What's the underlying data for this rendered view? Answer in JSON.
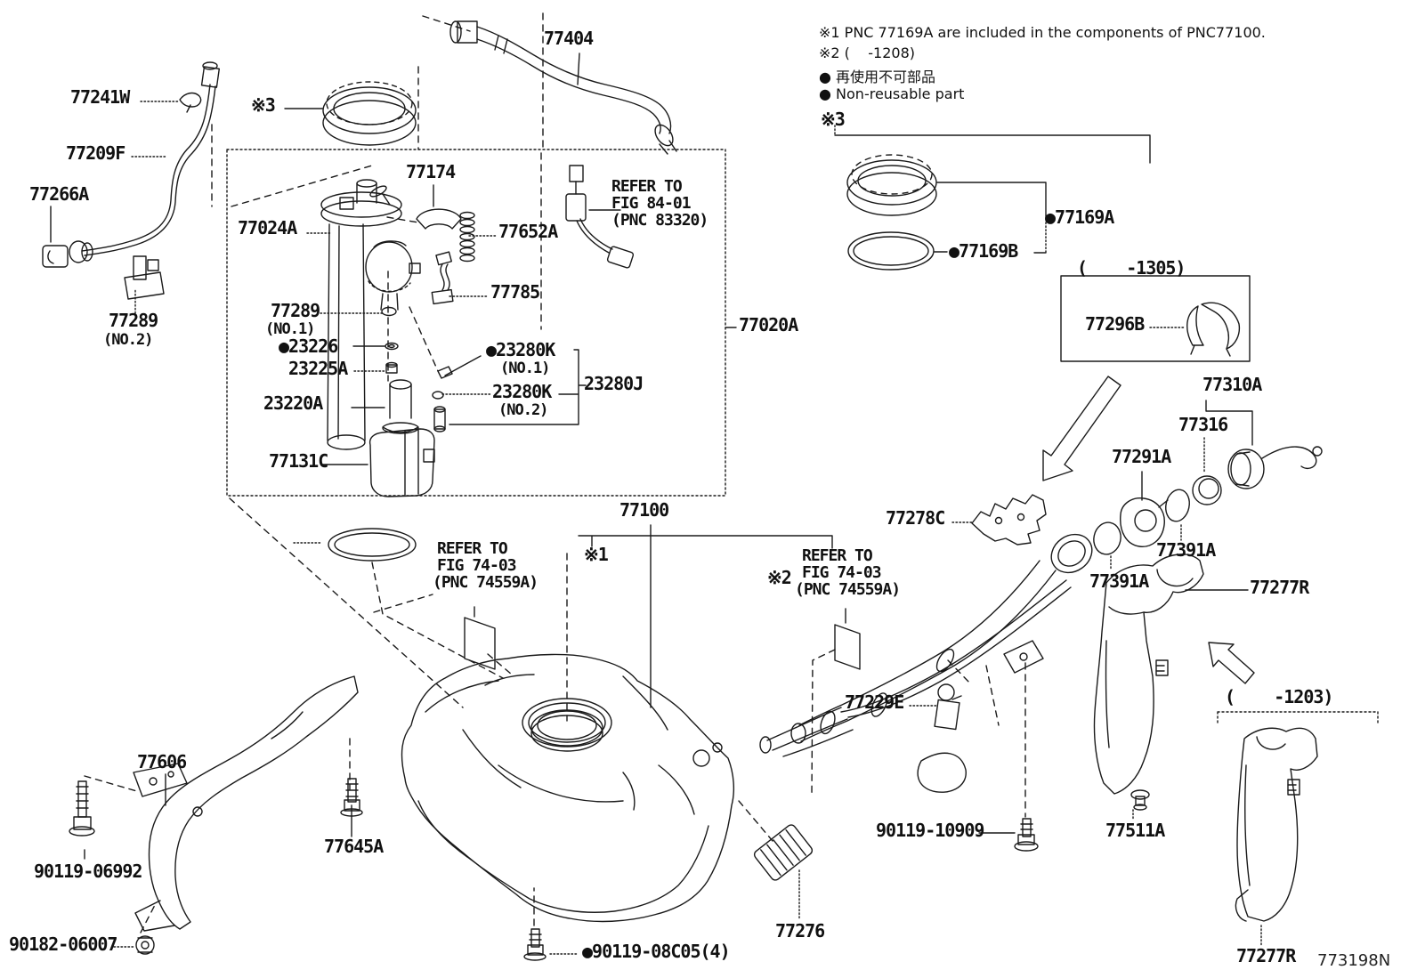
{
  "figure": {
    "notes": {
      "note1": "※1 PNC 77169A are included in the components of PNC77100.",
      "note2": "※2 (    -1208)",
      "note3_jp": "● 再使用不可部品",
      "note3_en": "● Non-reusable part"
    },
    "symbols": {
      "s3_right": "※3",
      "s3_top": "※3",
      "s3_left": "※3",
      "s1": "※1",
      "s2": "※2"
    },
    "ranges": {
      "r1305": "(    -1305)",
      "r1203": "(    -1203)"
    },
    "refs": {
      "fig8401": {
        "l1": "REFER TO",
        "l2": "FIG 84-01",
        "l3": "(PNC 83320)"
      },
      "fig7403a": {
        "l1": "REFER TO",
        "l2": "FIG 74-03",
        "l3": "(PNC 74559A)"
      },
      "fig7403b": {
        "l1": "REFER TO",
        "l2": "FIG 74-03",
        "l3": "(PNC 74559A)"
      }
    },
    "parts": {
      "p77404": {
        "label": "77404"
      },
      "p77241W": {
        "label": "77241W"
      },
      "p77209F": {
        "label": "77209F"
      },
      "p77266A": {
        "label": "77266A"
      },
      "p77289_no2": {
        "label": "77289",
        "sub": "(NO.2)"
      },
      "p77174": {
        "label": "77174"
      },
      "p77024A": {
        "label": "77024A"
      },
      "p77652A": {
        "label": "77652A"
      },
      "p77785": {
        "label": "77785"
      },
      "p77289_no1": {
        "label": "77289",
        "sub": "(NO.1)"
      },
      "p23226": {
        "label": "●23226"
      },
      "p23225A": {
        "label": "23225A"
      },
      "p23220A": {
        "label": "23220A"
      },
      "p77131C": {
        "label": "77131C"
      },
      "p23280K_no1": {
        "label": "●23280K",
        "sub": "(NO.1)"
      },
      "p23280K_no2": {
        "label": "23280K",
        "sub": "(NO.2)"
      },
      "p23280J": {
        "label": "23280J"
      },
      "p77020A": {
        "label": "77020A"
      },
      "p77100": {
        "label": "77100"
      },
      "p77169A": {
        "label": "●77169A"
      },
      "p77169B": {
        "label": "●77169B"
      },
      "p77296B": {
        "label": "77296B"
      },
      "p77310A": {
        "label": "77310A"
      },
      "p77316": {
        "label": "77316"
      },
      "p77291A": {
        "label": "77291A"
      },
      "p77278C": {
        "label": "77278C"
      },
      "p77391A_1": {
        "label": "77391A"
      },
      "p77391A_2": {
        "label": "77391A"
      },
      "p77277R_1": {
        "label": "77277R"
      },
      "p77229E": {
        "label": "77229E"
      },
      "p90119_10909": {
        "label": "90119-10909"
      },
      "p77511A": {
        "label": "77511A"
      },
      "p77276": {
        "label": "77276"
      },
      "p90119_08C05": {
        "label": "●90119-08C05(4)"
      },
      "p77606": {
        "label": "77606"
      },
      "p90119_06992": {
        "label": "90119-06992"
      },
      "p77645A": {
        "label": "77645A"
      },
      "p90182_06007": {
        "label": "90182-06007"
      },
      "p77277R_2": {
        "label": "77277R"
      }
    },
    "footer": {
      "diagram_id": "773198N"
    }
  }
}
